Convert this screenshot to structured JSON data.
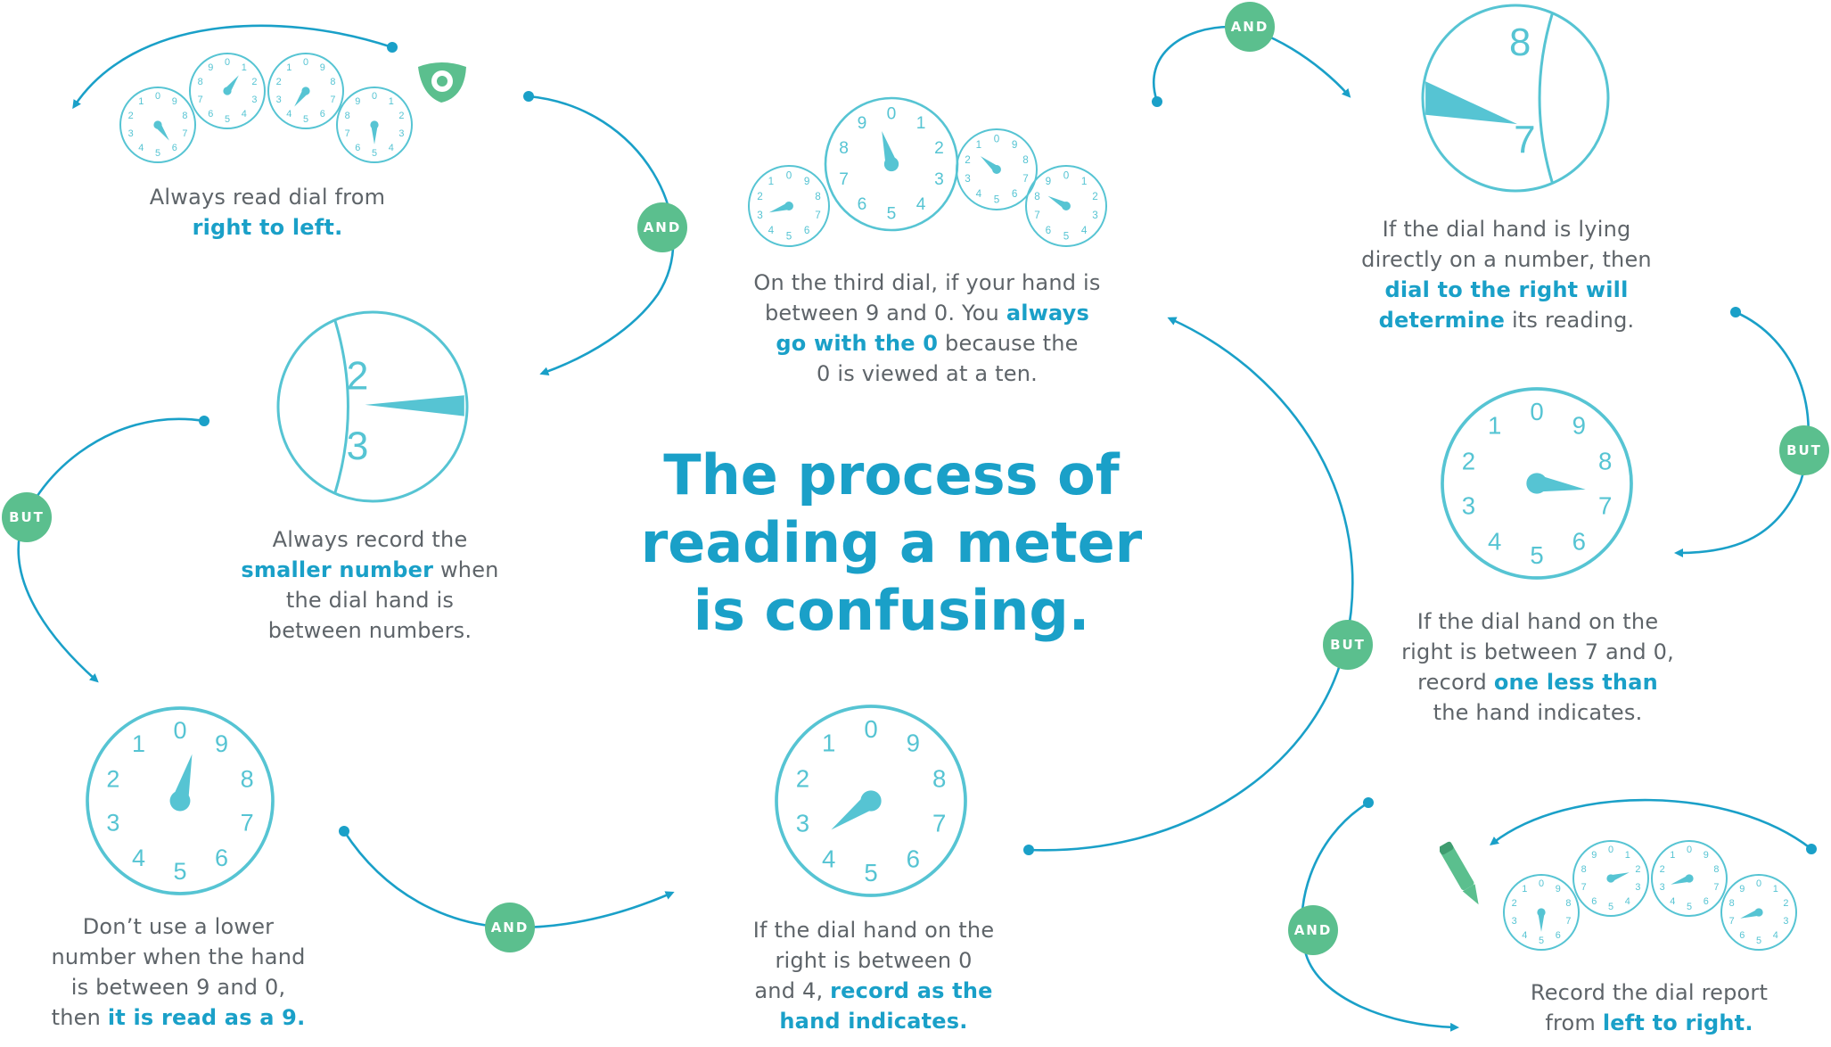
{
  "title": "The process of reading a meter is confusing.",
  "badges": {
    "and": "AND",
    "but": "BUT"
  },
  "dial_digits": [
    "0",
    "1",
    "2",
    "3",
    "4",
    "5",
    "6",
    "7",
    "8",
    "9"
  ],
  "edge_dial_digits": {
    "top": "2",
    "bottom": "3",
    "top_right": "8",
    "bottom_right": "7"
  },
  "steps": {
    "s1": {
      "pre": "Always read dial from",
      "strong": "right to left."
    },
    "s2": {
      "pre": "Always record the",
      "strong": "smaller number",
      "post1": "when",
      "post2": "the dial hand is",
      "post3": "between numbers."
    },
    "s3": {
      "l1": "Don’t use a lower",
      "l2": "number when the hand",
      "l3": "is between 9 and 0,",
      "pre4": "then",
      "strong": "it is read as a 9."
    },
    "s4": {
      "l1": "If the dial hand on the",
      "l2": "right is between 0",
      "pre3": "and 4,",
      "strong1": "record as the",
      "strong2": "hand indicates."
    },
    "s5": {
      "l1": "On the third dial, if your hand is",
      "pre2": "between 9 and 0. You",
      "strong1": "always",
      "strong2": "go with the 0",
      "post3": "because the",
      "l4": "0 is viewed at a ten."
    },
    "s6": {
      "l1": "If the dial hand is lying",
      "l2": "directly on a number, then",
      "strong1": "dial  to the right will",
      "strong2": "determine",
      "post4": "its reading."
    },
    "s7": {
      "l1": "If the dial hand on the",
      "l2": "right is between 7 and 0,",
      "pre3": "record",
      "strong1": "one less than",
      "l4": "the hand indicates."
    },
    "s8": {
      "l1": "Record the dial report",
      "pre2": "from",
      "strong": "left to right."
    }
  },
  "colors": {
    "dial": "#56c4d3",
    "accent": "#1aa0c8",
    "badge": "#5bbf8e",
    "text": "#5e6469"
  }
}
